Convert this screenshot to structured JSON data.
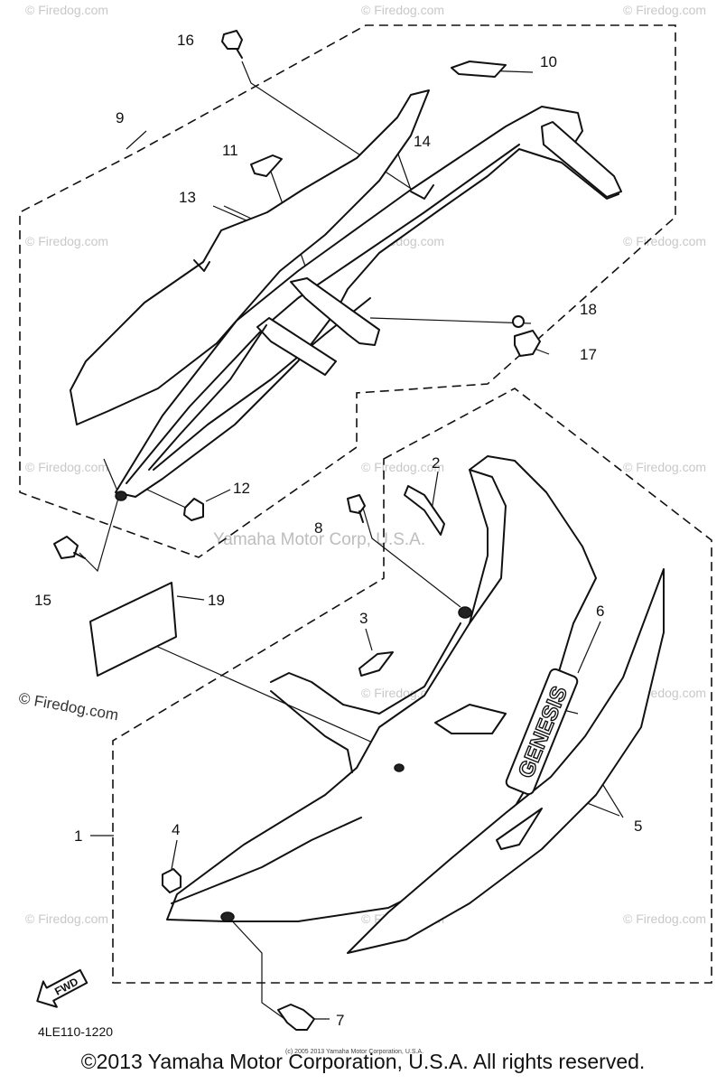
{
  "callouts": {
    "c1": "1",
    "c2": "2",
    "c3": "3",
    "c4": "4",
    "c5": "5",
    "c6": "6",
    "c7": "7",
    "c8": "8",
    "c9": "9",
    "c10": "10",
    "c11": "11",
    "c12": "12",
    "c13": "13",
    "c14": "14",
    "c15": "15",
    "c16": "16",
    "c17": "17",
    "c18": "18",
    "c19": "19"
  },
  "emblem_text": "GENESIS",
  "fwd_label": "FWD",
  "diagram_code": "4LE110-1220",
  "watermarks": {
    "firedog_small": "© Firedog.com",
    "firedog_large": "© Firedog.com",
    "yamaha_center": "Yamaha Motor Corp, U.S.A.",
    "tiny_copyright": "(c) 2005 2013 Yamaha Motor Corporation, U.S.A."
  },
  "copyright": "©2013 Yamaha Motor Corporation, U.S.A. All rights reserved."
}
